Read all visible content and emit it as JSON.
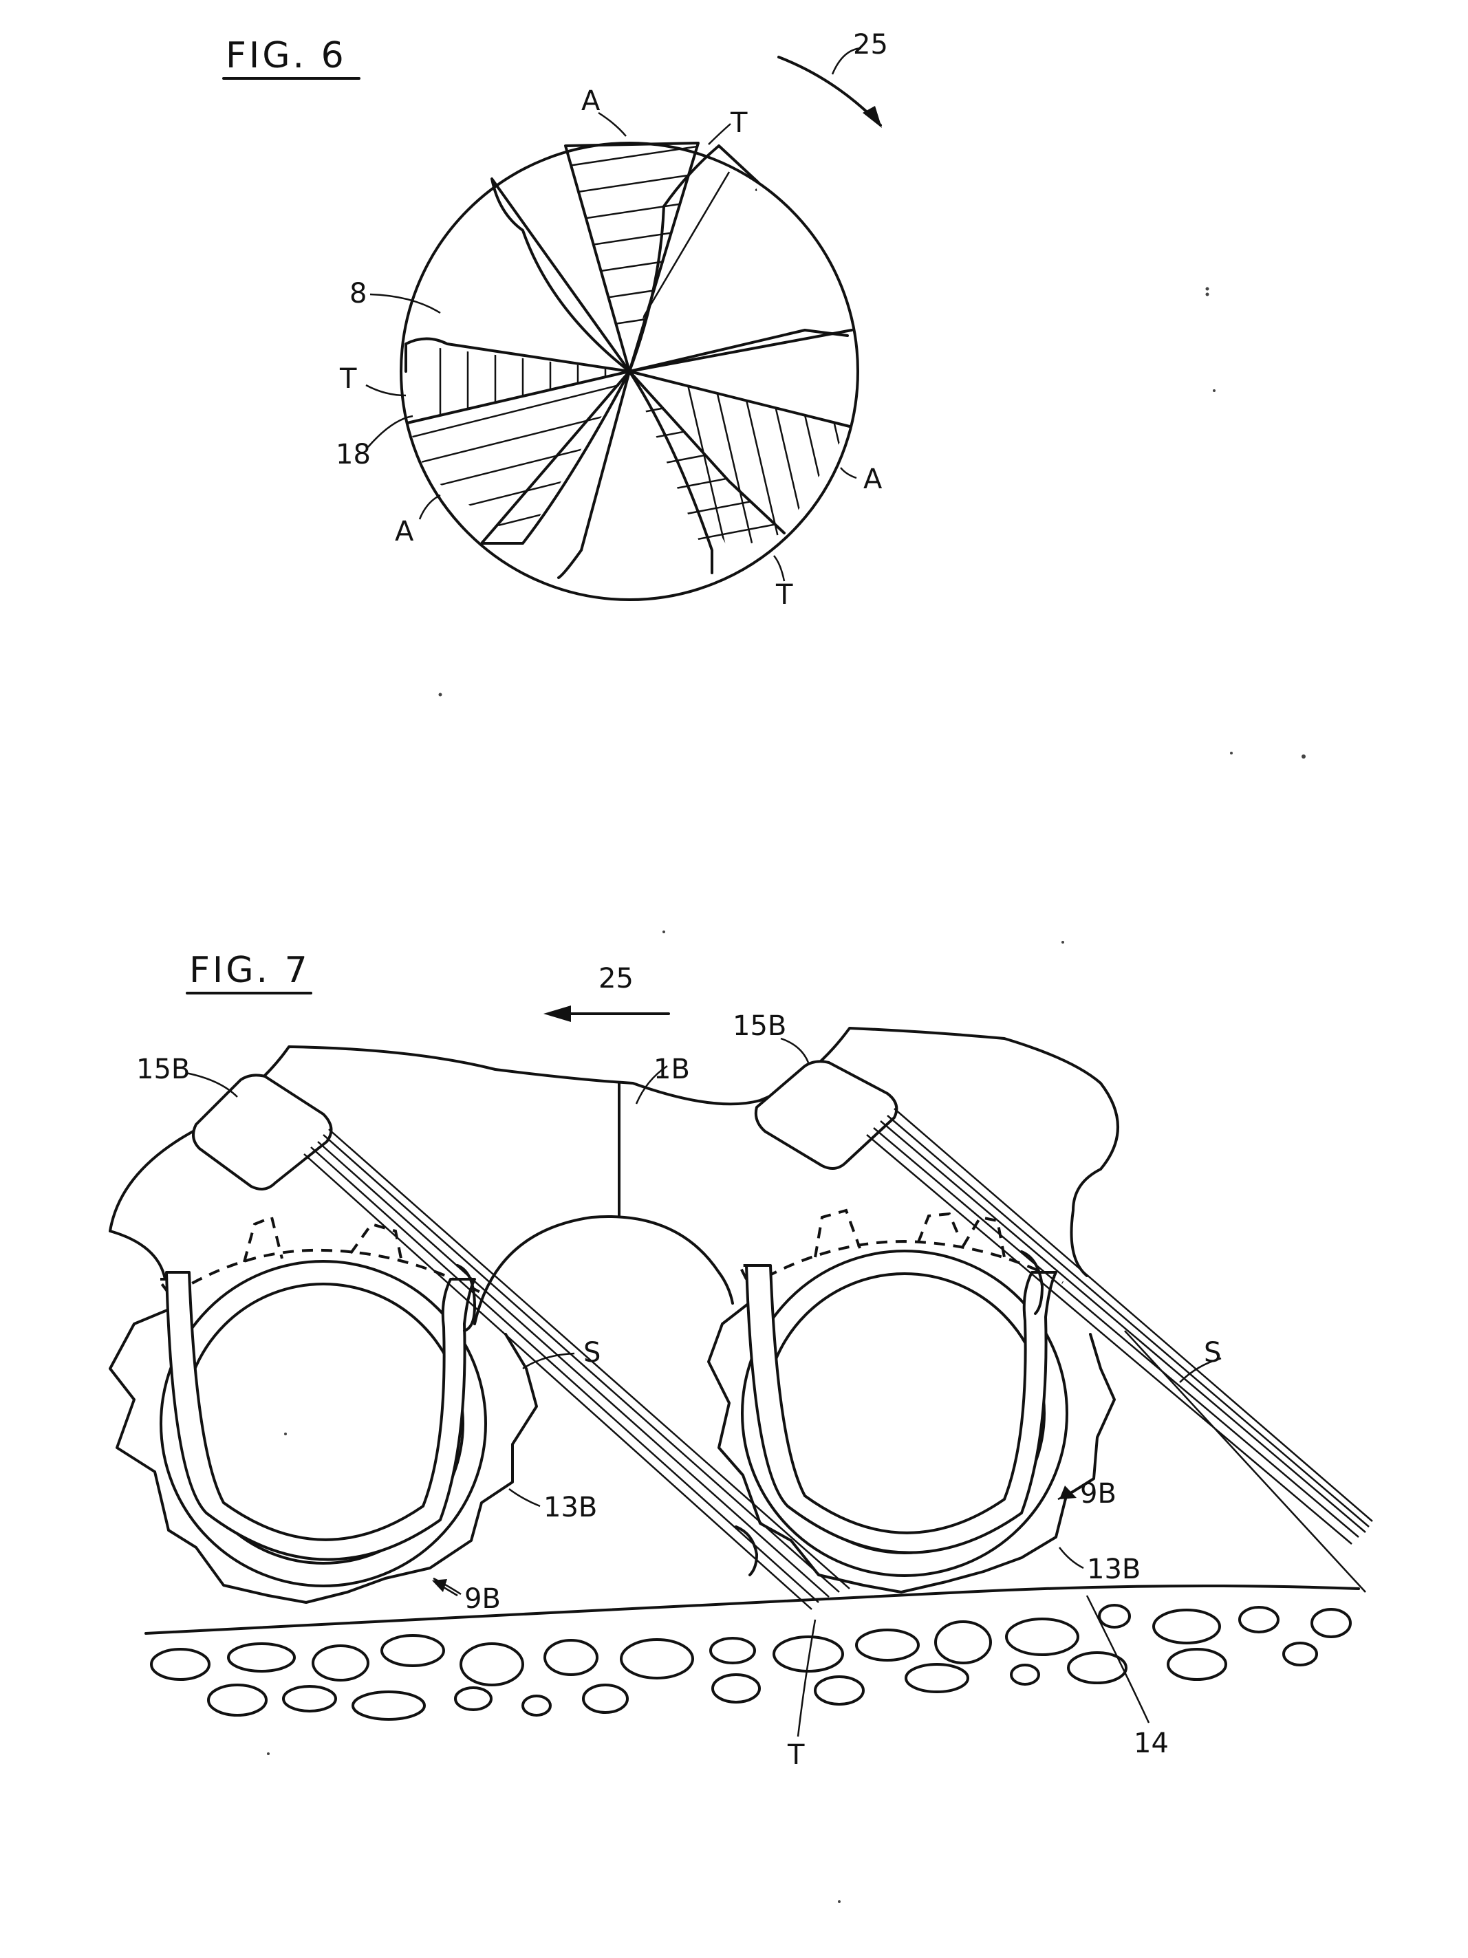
{
  "fig6": {
    "title": "FIG. 6",
    "labels": {
      "arrow_ref": "25",
      "a_top": "A",
      "t_top": "T",
      "ref_8": "8",
      "t_left": "T",
      "ref_18": "18",
      "a_left": "A",
      "a_right": "A",
      "t_bottom": "T"
    }
  },
  "fig7": {
    "title": "FIG. 7",
    "labels": {
      "arrow_ref": "25",
      "ref_15b_left": "15B",
      "ref_15b_right": "15B",
      "ref_1b": "1B",
      "s_left": "S",
      "s_right": "S",
      "ref_13b_left": "13B",
      "ref_13b_right": "13B",
      "ref_9b_left": "9B",
      "ref_9b_right": "9B",
      "ref_t": "T",
      "ref_14": "14"
    }
  }
}
